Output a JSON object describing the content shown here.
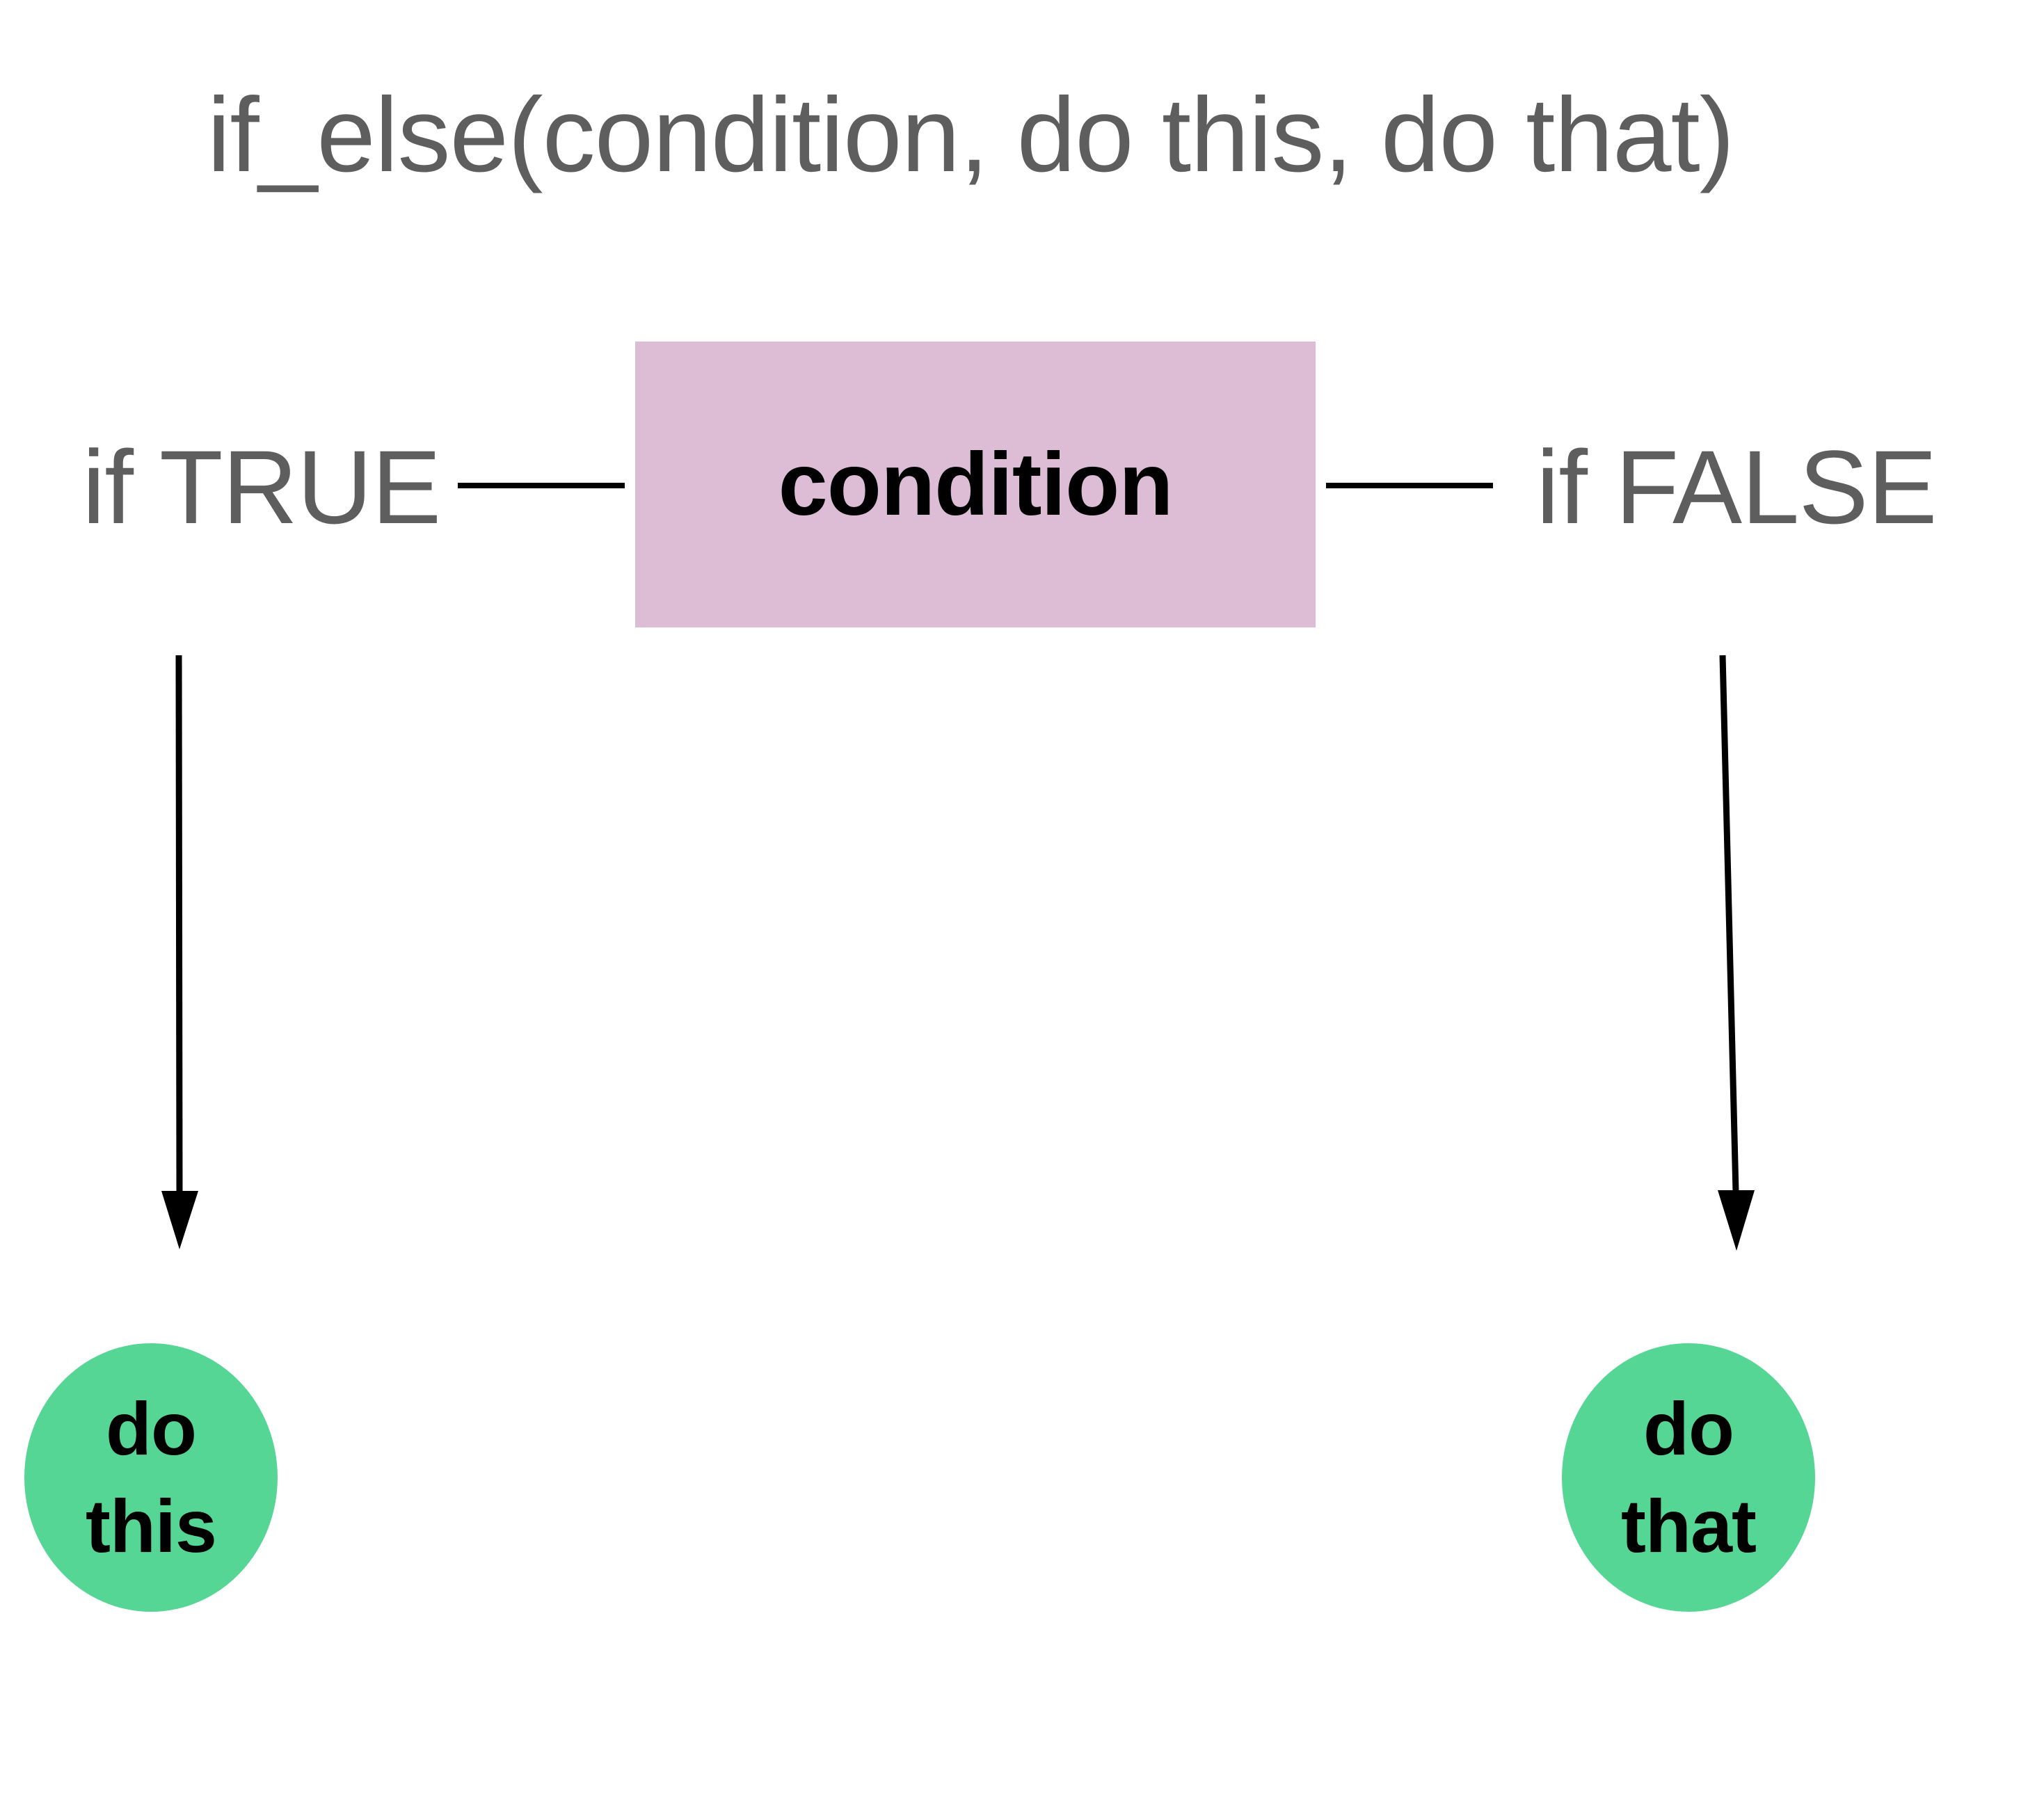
{
  "diagram": {
    "title": "if_else(condition, do this, do that)",
    "background_color": "#ffffff",
    "title_color": "#5e5e5e",
    "condition": {
      "label": "condition",
      "fill_color": "#ddbdd5",
      "text_color": "#000000"
    },
    "branches": [
      {
        "side": "left",
        "label": "if TRUE",
        "label_color": "#5e5e5e",
        "connector_color": "#000000",
        "arrow_color": "#000000",
        "result": {
          "line1": "do",
          "line2": "this",
          "fill_color": "#55d695",
          "text_color": "#000000"
        }
      },
      {
        "side": "right",
        "label": "if FALSE",
        "label_color": "#5e5e5e",
        "connector_color": "#000000",
        "arrow_color": "#000000",
        "result": {
          "line1": "do",
          "line2": "that",
          "fill_color": "#55d695",
          "text_color": "#000000"
        }
      }
    ]
  }
}
